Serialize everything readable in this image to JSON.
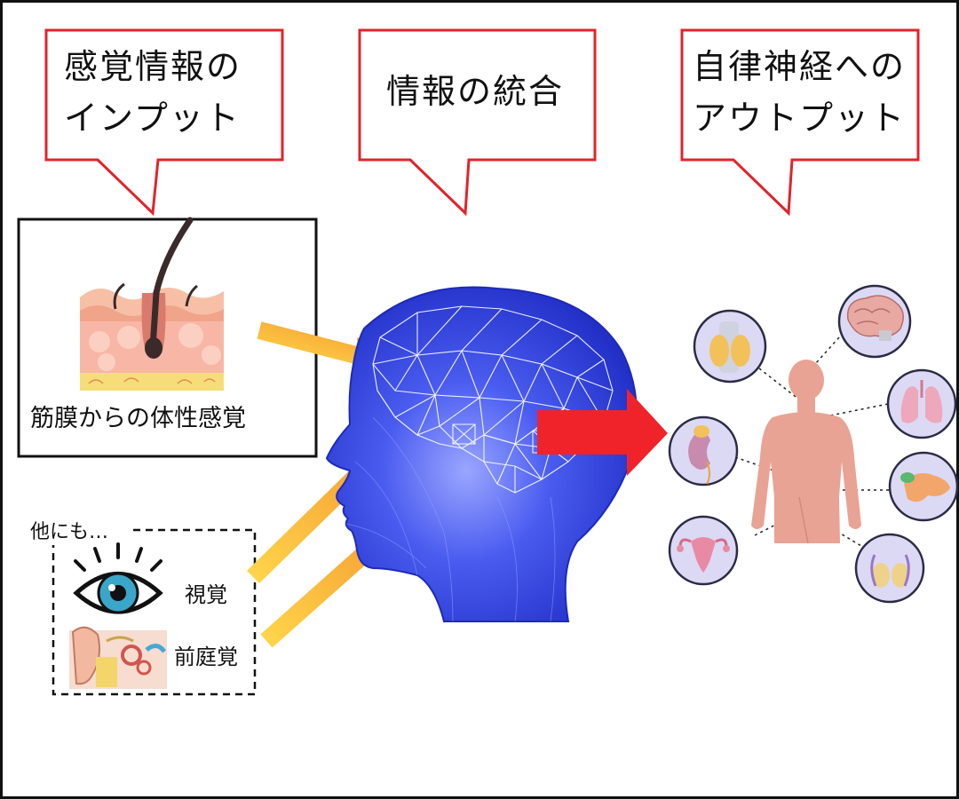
{
  "callouts": {
    "input": {
      "line1": "感覚情報の",
      "line2": "インプット"
    },
    "integration": {
      "line1": "情報の統合"
    },
    "output": {
      "line1": "自律神経への",
      "line2": "アウトプット"
    }
  },
  "sensory": {
    "fascia_label": "筋膜からの体性感覚",
    "others_label": "他にも…",
    "vision_label": "視覚",
    "vestibular_label": "前庭覚"
  },
  "colors": {
    "callout_border": "#e0242b",
    "input_arrow": "#f7b33a",
    "output_arrow": "#f0232a",
    "head_blue": "#3344dd",
    "organ_circle": "#dcd9f5",
    "body_skin": "#e8a394"
  },
  "icons": {
    "skin": "skin-hair-icon",
    "eye": "eye-icon",
    "ear": "inner-ear-icon",
    "head": "head-brain-network-icon",
    "body": "human-body-icon",
    "organs": [
      "thyroid-icon",
      "brain-icon",
      "lungs-icon",
      "kidney-icon",
      "pancreas-icon",
      "uterus-icon",
      "testes-icon"
    ]
  }
}
